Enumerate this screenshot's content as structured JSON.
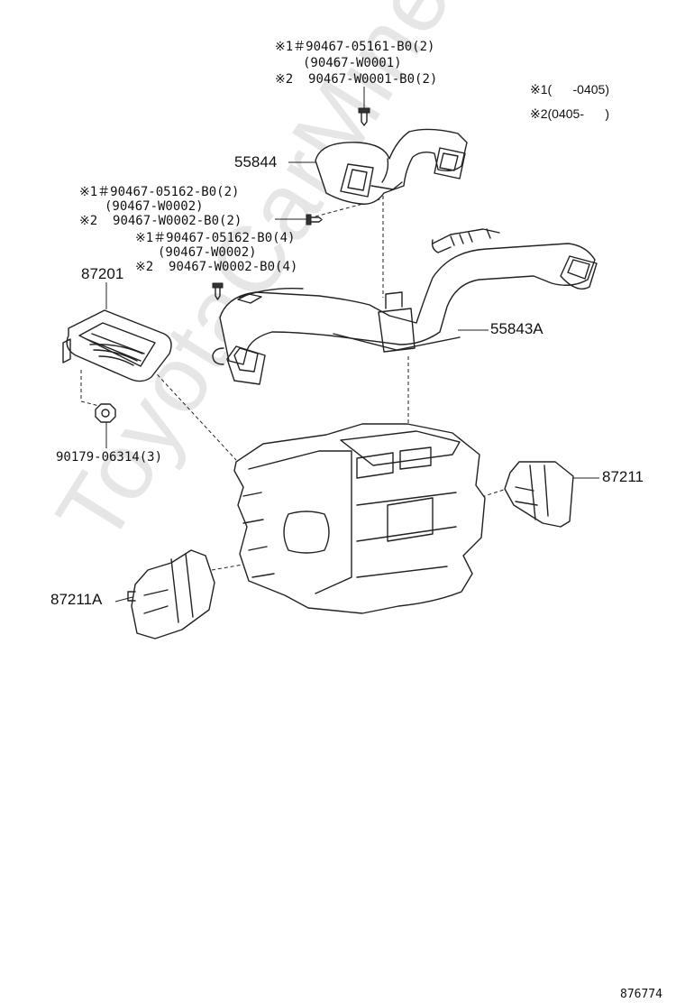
{
  "watermark": "ToyotaCarMine.ru",
  "figure_number": "876774",
  "legend": {
    "line1": "※1(      -0405)",
    "line2": "※2(0405-      )"
  },
  "callouts": {
    "screw_top_1": "※1＃90467-05161-B0(2)",
    "screw_top_2": "(90467-W0001)",
    "screw_top_3": "※2  90467-W0001-B0(2)",
    "part_55844": "55844",
    "screw_mid_1": "※1＃90467-05162-B0(2)",
    "screw_mid_2": "(90467-W0002)",
    "screw_mid_3": "※2  90467-W0002-B0(2)",
    "screw_low_1": "※1＃90467-05162-B0(4)",
    "screw_low_2": "(90467-W0002)",
    "screw_low_3": "※2  90467-W0002-B0(4)",
    "part_87201": "87201",
    "part_55843A": "55843A",
    "nut_90179": "90179-06314(3)",
    "part_87211": "87211",
    "part_87211A": "87211A"
  }
}
